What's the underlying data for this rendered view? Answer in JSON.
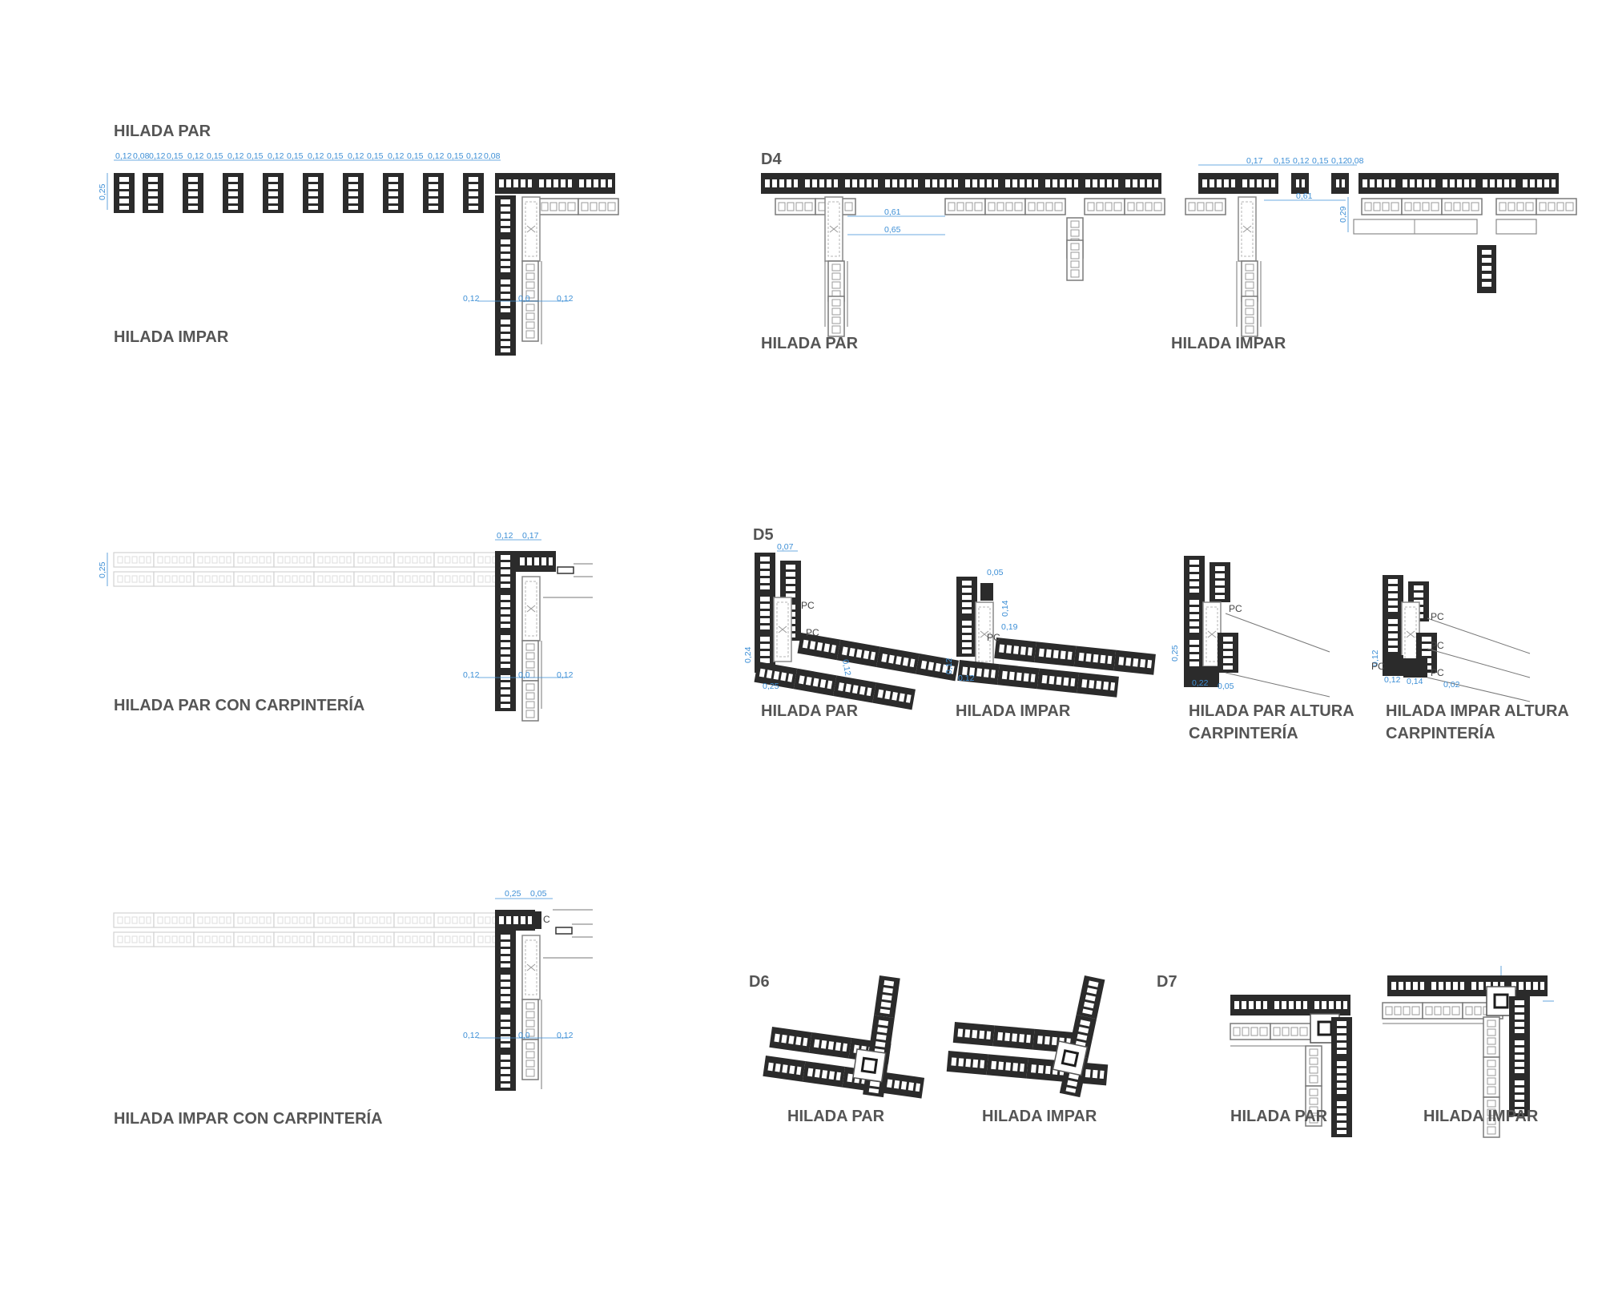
{
  "colors": {
    "dark_block": "#2b2b2b",
    "light_block": "#bdbdbd",
    "faded_block": "#d9d9d9",
    "dimension": "#3d8fd6",
    "label": "#555555"
  },
  "sections": {
    "s1": {
      "label_top": "HILADA PAR",
      "label_bottom": "HILADA IMPAR",
      "dims_top": [
        "0,12",
        "0,08",
        "0,12",
        "0,15",
        "0,12",
        "0,15",
        "0,12",
        "0,15",
        "0,12",
        "0,15",
        "0,12",
        "0,15",
        "0,12",
        "0,15",
        "0,12",
        "0,15",
        "0,12",
        "0,15",
        "0,12",
        "0,08"
      ],
      "dim_height": "0,25",
      "dim_bottom_left": "0,12",
      "dim_bottom_mid": "0,0",
      "dim_bottom_right": "0,12"
    },
    "s2": {
      "label": "HILADA PAR CON CARPINTERÍA",
      "dims_top": [
        "0,12",
        "0,17"
      ],
      "dim_height": "0,25",
      "dim_bottom_left": "0,12",
      "dim_bottom_mid": "0,0",
      "dim_bottom_right": "0,12"
    },
    "s3": {
      "label": "HILADA IMPAR CON CARPINTERÍA",
      "dims_top": [
        "0,25",
        "0,05"
      ],
      "pc": "C",
      "dim_bottom_left": "0,12",
      "dim_bottom_mid": "0,0",
      "dim_bottom_right": "0,12"
    },
    "d4": {
      "title": "D4",
      "par": {
        "label": "HILADA PAR",
        "dims": [
          "0,61",
          "0,65"
        ]
      },
      "impar": {
        "label": "HILADA IMPAR",
        "dims_top": [
          "0,17",
          "0,15",
          "0,12",
          "0,15",
          "0,12",
          "0,08"
        ],
        "dim_mid": "0,61",
        "dim_height": "0,29"
      }
    },
    "d5": {
      "title": "D5",
      "d1": {
        "label": "HILADA PAR",
        "dims": [
          "0,07",
          "0,24",
          "0,25",
          "0,12"
        ],
        "pc": [
          "PC",
          "PC"
        ]
      },
      "d2": {
        "label": "HILADA IMPAR",
        "dims": [
          "0,05",
          "0,14",
          "0,19",
          "0,12",
          "0,12"
        ],
        "pc": [
          "PC"
        ]
      },
      "d3": {
        "label_line1": "HILADA PAR ALTURA",
        "label_line2": "CARPINTERÍA",
        "dims": [
          "0,25",
          "0,22",
          "0,05"
        ],
        "pc": [
          "PC"
        ]
      },
      "d4": {
        "label_line1": "HILADA IMPAR ALTURA",
        "label_line2": "CARPINTERÍA",
        "dims": [
          "0,12",
          "0,12",
          "0,14",
          "0,02"
        ],
        "pc": [
          "PC",
          "PC",
          "PC",
          "PC"
        ]
      }
    },
    "d6": {
      "title": "D6",
      "par": {
        "label": "HILADA PAR"
      },
      "impar": {
        "label": "HILADA IMPAR"
      }
    },
    "d7": {
      "title": "D7",
      "par": {
        "label": "HILADA PAR"
      },
      "impar": {
        "label": "HILADA IMPAR"
      }
    }
  }
}
